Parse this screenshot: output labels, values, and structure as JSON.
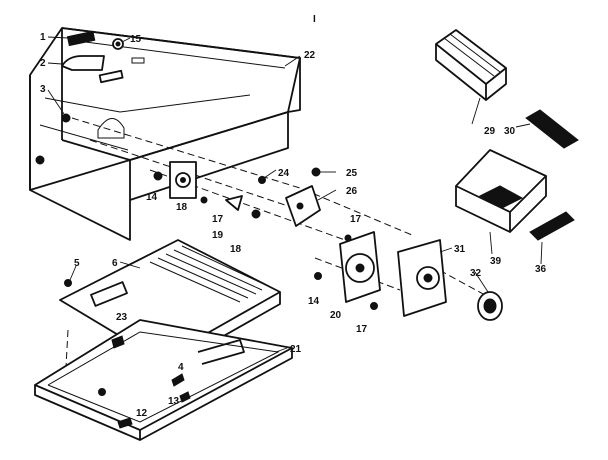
{
  "labels": {
    "top_mark": "I",
    "c1": "1",
    "c2": "2",
    "c3": "3",
    "c4": "4",
    "c5": "5",
    "c6": "6",
    "c12": "12",
    "c13": "13",
    "c14a": "14",
    "c14b": "14",
    "c15": "15",
    "c17a": "17",
    "c17b": "17",
    "c17c": "17",
    "c18a": "18",
    "c18b": "18",
    "c19": "19",
    "c20": "20",
    "c21": "21",
    "c22": "22",
    "c23": "23",
    "c24": "24",
    "c25": "25",
    "c26": "26",
    "c29": "29",
    "c30": "30",
    "c31": "31",
    "c32": "32",
    "c36": "36",
    "c39": "39"
  }
}
